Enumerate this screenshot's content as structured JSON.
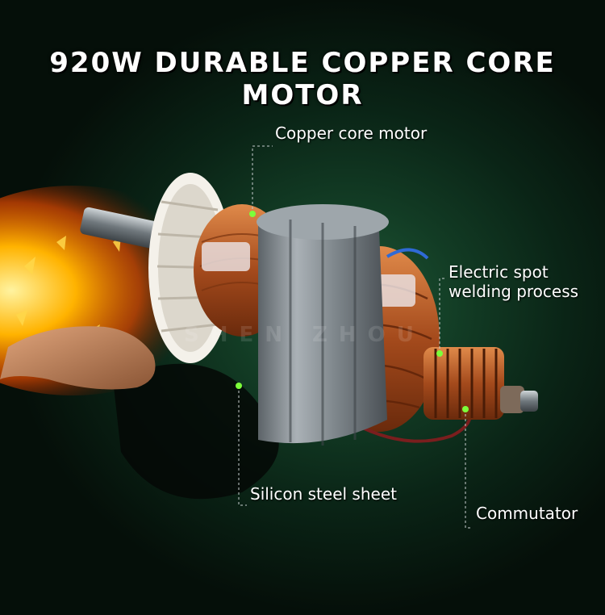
{
  "headline": "920W DURABLE COPPER CORE MOTOR",
  "callouts": {
    "copper_core": "Copper core motor",
    "spot_welding_line1": "Electric spot",
    "spot_welding_line2": "welding process",
    "silicon_steel": "Silicon steel sheet",
    "commutator": "Commutator"
  },
  "watermark": "SHEN ZHOU",
  "colors": {
    "background": "#0a2416",
    "copper": "#b8602a",
    "steel": "#8d9499",
    "callout_dot": "#7cff3a",
    "text": "#ffffff"
  }
}
